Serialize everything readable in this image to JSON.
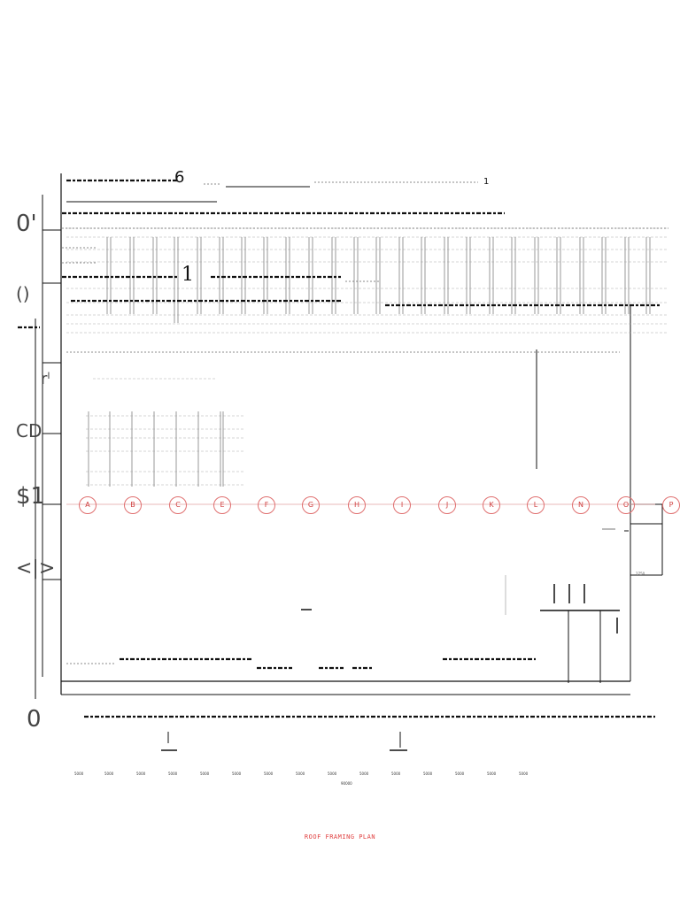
{
  "sheet": {
    "title": "ROOF FRAMING PLAN",
    "left_labels": [
      "0'",
      "()",
      "rˡ",
      "CD",
      "$1",
      "<|>",
      "0"
    ],
    "top_marks": [
      "6",
      "1",
      "1"
    ],
    "grid_bubbles": [
      "A",
      "B",
      "C",
      "E",
      "F",
      "G",
      "H",
      "I",
      "J",
      "K",
      "L",
      "N",
      "O",
      "P"
    ],
    "dimension_values": [
      "5000",
      "5000",
      "5000",
      "5000",
      "5000",
      "5000",
      "5000",
      "5000",
      "5000",
      "5000",
      "5000",
      "5000",
      "5000",
      "5000",
      "5000"
    ],
    "overall_dimension": "90000",
    "side_note": "2750",
    "colors": {
      "title": "#e04040",
      "bubble": "#e07070",
      "line": "#111111"
    }
  }
}
